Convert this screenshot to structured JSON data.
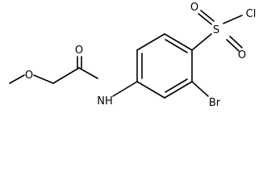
{
  "molecule": {
    "atom_labels": {
      "methoxy_oxygen": "O",
      "carbonyl_oxygen": "O",
      "amide_nitrogen": "NH",
      "bromine": "Br",
      "sulfur": "S",
      "sulfonyl_oxygen_left": "O",
      "sulfonyl_oxygen_bottom": "O",
      "chlorine": "Cl"
    }
  }
}
